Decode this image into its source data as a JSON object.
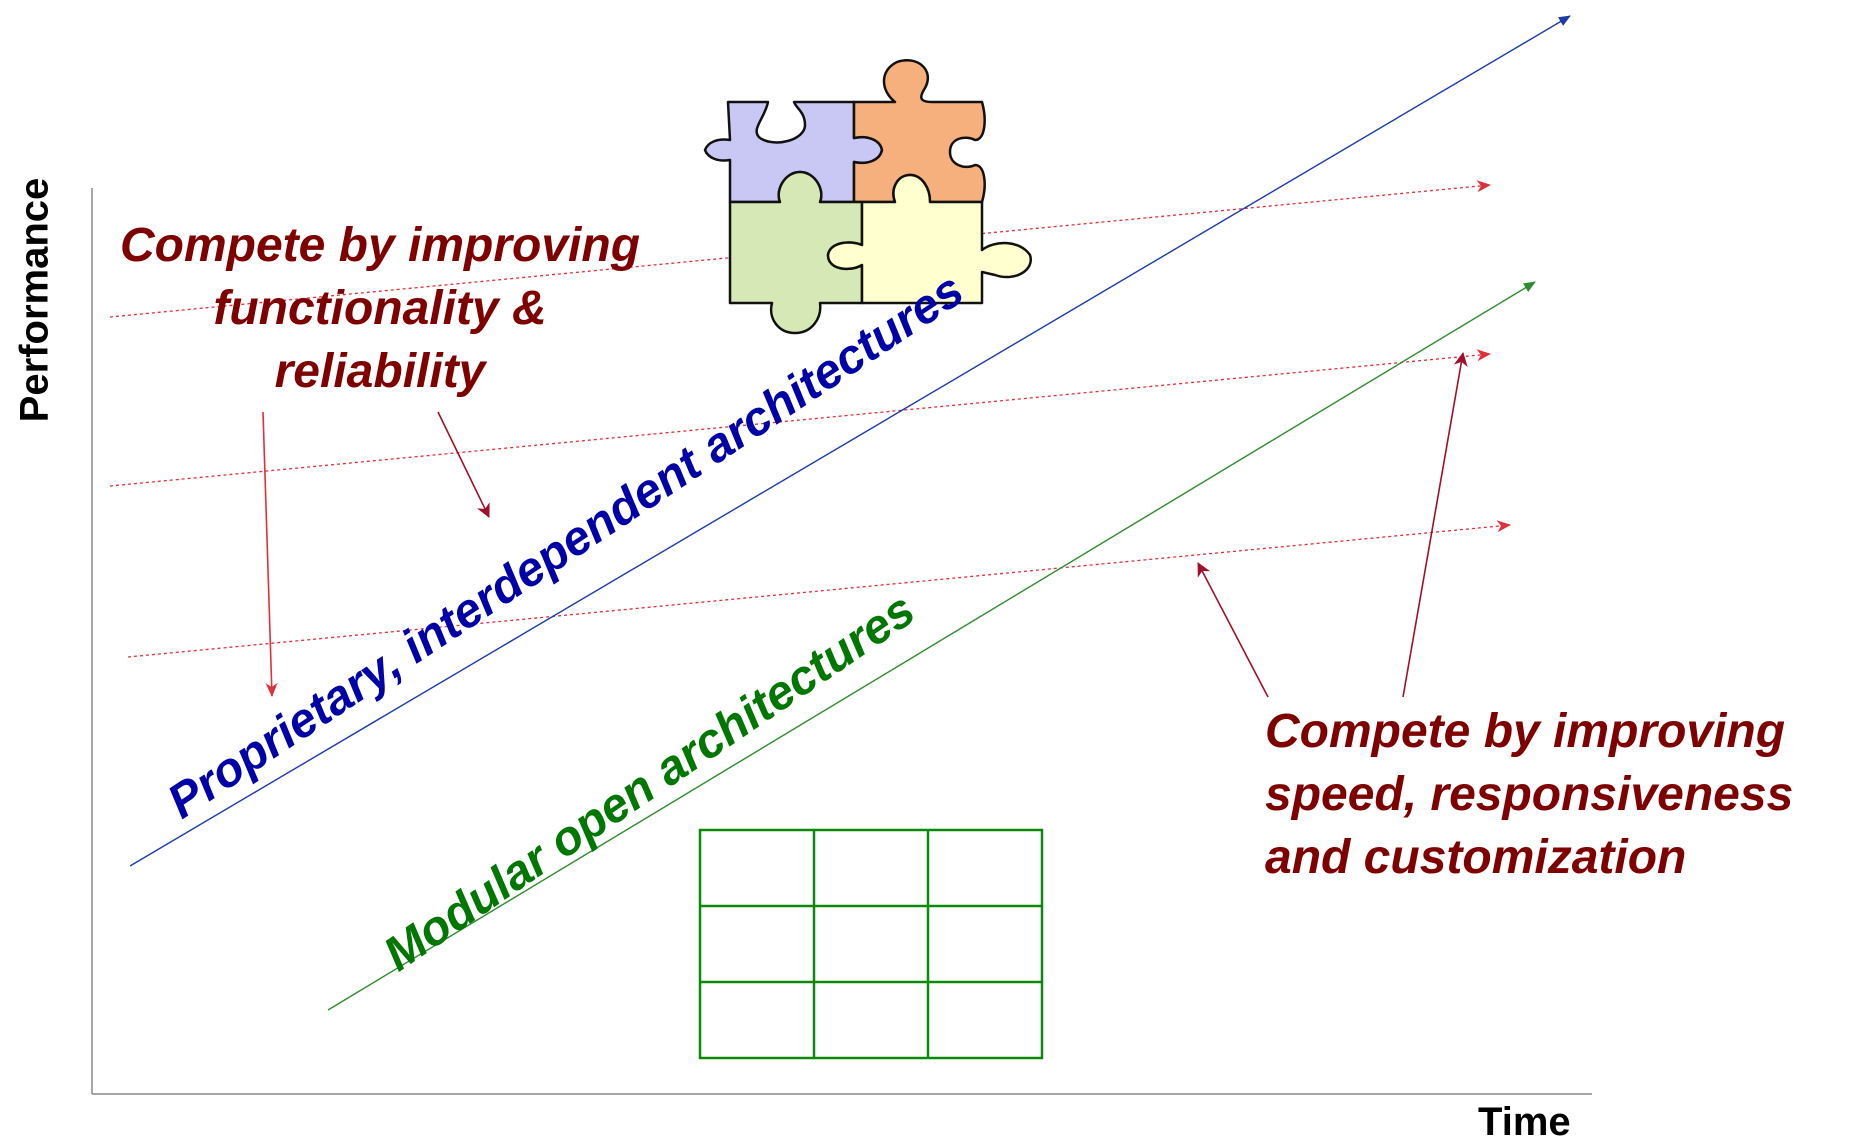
{
  "axes": {
    "y_label": "Performance",
    "x_label": "Time"
  },
  "trajectories": {
    "proprietary": {
      "label": "Proprietary, interdependent architectures",
      "color": "#1c3aa9"
    },
    "modular": {
      "label": "Modular open architectures",
      "color": "#2e8b2e"
    }
  },
  "notes": {
    "functionality": {
      "lines": [
        "Compete by improving",
        "functionality &",
        "reliability"
      ],
      "color": "#7f0000"
    },
    "speed": {
      "lines": [
        "Compete by improving",
        "speed, responsiveness",
        "and customization"
      ],
      "color": "#7f0000"
    }
  },
  "icons": {
    "puzzle": {
      "name": "puzzle-icon",
      "colors": [
        "#c9c8f5",
        "#f6b07d",
        "#d6e8b5",
        "#ffffd0"
      ]
    },
    "grid": {
      "name": "grid-icon",
      "rows": 3,
      "cols": 3,
      "color": "#0a8a0a"
    }
  },
  "colors": {
    "customer_need": "#e0303a",
    "annotation_arrow": "#a0102a"
  }
}
